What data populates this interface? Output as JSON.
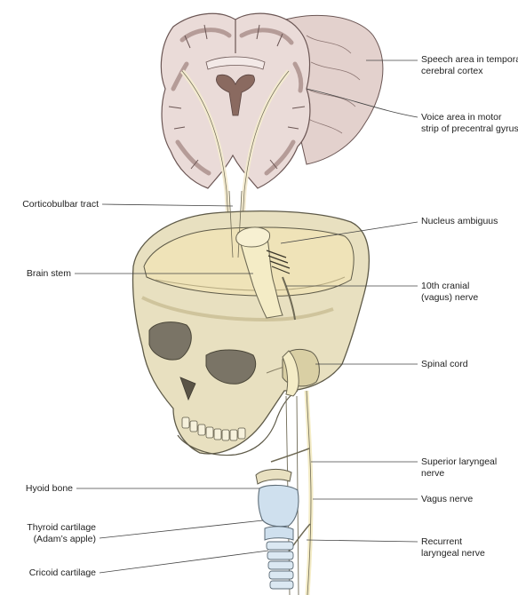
{
  "colors": {
    "brain": "#eadbd8",
    "brain_shade": "#d9c4c0",
    "brain_outline": "#6b5654",
    "ventricle": "#8a6a60",
    "skull": "#e8e0c0",
    "skull_shade": "#d9cfa4",
    "skull_inner": "#efe3b8",
    "skull_outline": "#5e5a48",
    "orbit": "#7a7466",
    "nerve": "#f4ecc6",
    "nerve_outline": "#6f6a55",
    "larynx": "#cfe0ee",
    "larynx_outline": "#5e6d78",
    "leader": "#444444",
    "text": "#222222"
  },
  "labels": {
    "left": {
      "corticobulbar": "Corticobulbar tract",
      "brain_stem": "Brain stem",
      "hyoid": "Hyoid bone",
      "thyroid_1": "Thyroid cartilage",
      "thyroid_2": "(Adam’s apple)",
      "cricoid": "Cricoid cartilage"
    },
    "right": {
      "speech_1": "Speech area in temporal",
      "speech_2": "cerebral cortex",
      "voice_1": "Voice area in motor",
      "voice_2": "strip of precentral gyrus",
      "ambiguus": "Nucleus ambiguus",
      "vagus10_1": "10th cranial",
      "vagus10_2": "(vagus) nerve",
      "spinal": "Spinal cord",
      "superior_1": "Superior laryngeal",
      "superior_2": "nerve",
      "vagus": "Vagus nerve",
      "recurrent_1": "Recurrent",
      "recurrent_2": "laryngeal nerve"
    }
  }
}
